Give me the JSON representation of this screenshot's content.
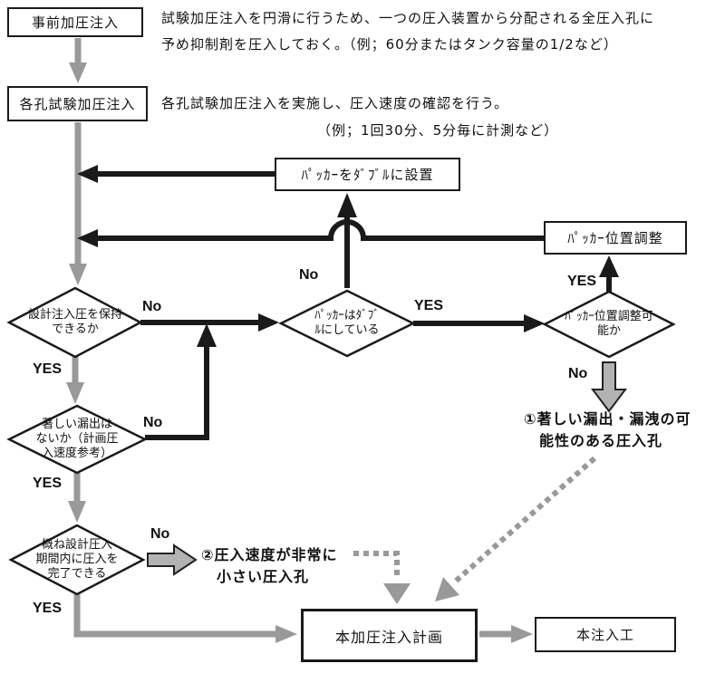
{
  "colors": {
    "line_black": "#1a1a1a",
    "line_gray": "#999999",
    "block_arrow_fill": "#b3b3b3",
    "box_background": "#ffffff"
  },
  "boxes": {
    "pre_injection": {
      "label": "事前加圧注入"
    },
    "each_hole_test": {
      "label": "各孔試験加圧注入"
    },
    "packer_double_set": {
      "label": "ﾊﾟｯｶｰをﾀﾞﾌﾞﾙに設置"
    },
    "packer_position_adjust": {
      "label": "ﾊﾟｯｶｰ位置調整"
    },
    "main_injection_plan": {
      "label": "本加圧注入計画"
    },
    "main_injection_work": {
      "label": "本注入工"
    }
  },
  "decisions": {
    "keep_design_pressure": {
      "label": "設計注入圧を保持\nできるか"
    },
    "no_significant_leak": {
      "label": "著しい漏出は\nないか（計画圧\n入速度参考）"
    },
    "complete_within_period": {
      "label": "概ね設計圧入\n期間内に圧入を\n完了できる"
    },
    "packer_is_double": {
      "label": "ﾊﾟｯｶｰはﾀﾞﾌﾞ\nﾙにしている"
    },
    "packer_adjustable": {
      "label": "ﾊﾟｯｶｰ位置調整可\n能か"
    }
  },
  "annotations": {
    "pre_note": "試験加圧注入を円滑に行うため、一つの圧入装置から分配される全圧入孔に\n予め抑制剤を圧入しておく。（例；60分またはタンク容量の1/2など）",
    "test_note_line1": "各孔試験加圧注入を実施し、圧入速度の確認を行う。",
    "test_note_line2": "（例；1回30分、5分毎に計測など）",
    "note1": "①著しい漏出・漏洩の可\n　能性のある圧入孔",
    "note2": "②圧入速度が非常に\n　小さい圧入孔"
  },
  "labels": {
    "yes": "YES",
    "no": "No"
  }
}
